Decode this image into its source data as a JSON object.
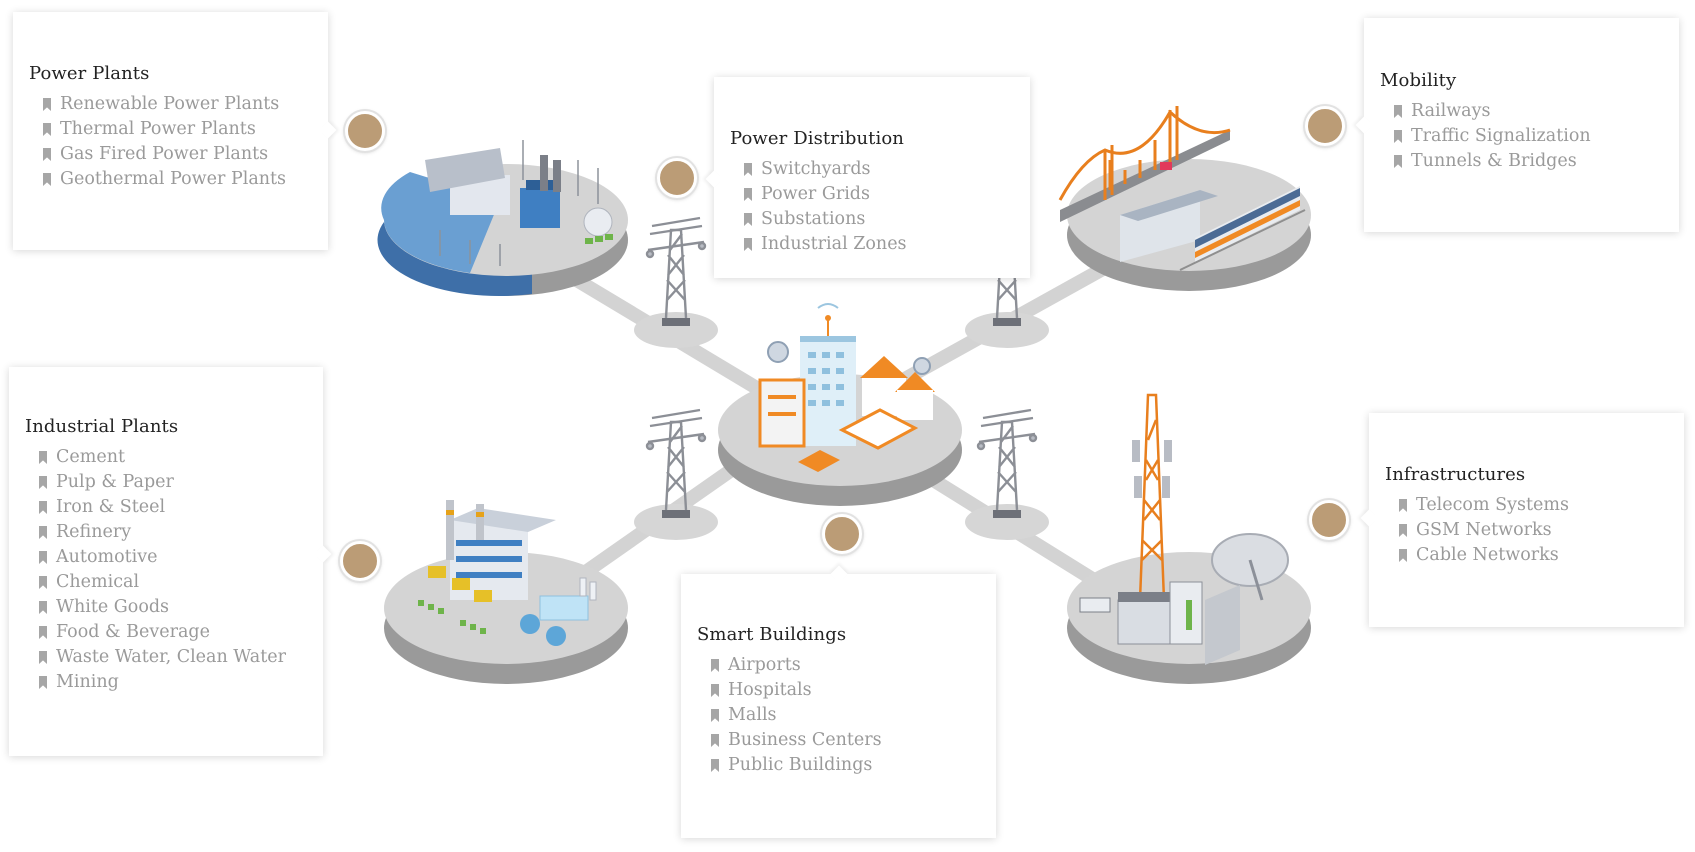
{
  "colors": {
    "dot": "#bb9c76",
    "platform": "#c9c9c9",
    "accent_orange": "#f08a24",
    "accent_blue": "#3f7fc2",
    "water": "#4a7fb5",
    "text_muted": "#9a9a9a",
    "title": "#222222"
  },
  "cards": {
    "power_plants": {
      "title": "Power Plants",
      "items": [
        "Renewable Power Plants",
        "Thermal Power Plants",
        "Gas Fired Power Plants",
        "Geothermal Power Plants"
      ]
    },
    "power_distribution": {
      "title": "Power Distribution",
      "items": [
        "Switchyards",
        "Power Grids",
        "Substations",
        "Industrial Zones"
      ]
    },
    "mobility": {
      "title": "Mobility",
      "items": [
        "Railways",
        "Traffic Signalization",
        "Tunnels & Bridges"
      ]
    },
    "industrial_plants": {
      "title": "Industrial Plants",
      "items": [
        "Cement",
        "Pulp & Paper",
        "Iron & Steel",
        "Refinery",
        "Automotive",
        "Chemical",
        "White Goods",
        "Food & Beverage",
        "Waste Water, Clean Water",
        "Mining"
      ]
    },
    "smart_buildings": {
      "title": "Smart Buildings",
      "items": [
        "Airports",
        "Hospitals",
        "Malls",
        "Business Centers",
        "Public Buildings"
      ]
    },
    "infrastructures": {
      "title": "Infrastructures",
      "items": [
        "Telecom Systems",
        "GSM Networks",
        "Cable Networks"
      ]
    }
  },
  "icons": [
    "bookmark-icon",
    "hotspot-dot",
    "power-plant-illustration",
    "city-hub-illustration",
    "transmission-tower-icon",
    "bridge-train-illustration",
    "factory-illustration",
    "telecom-tower-illustration"
  ]
}
